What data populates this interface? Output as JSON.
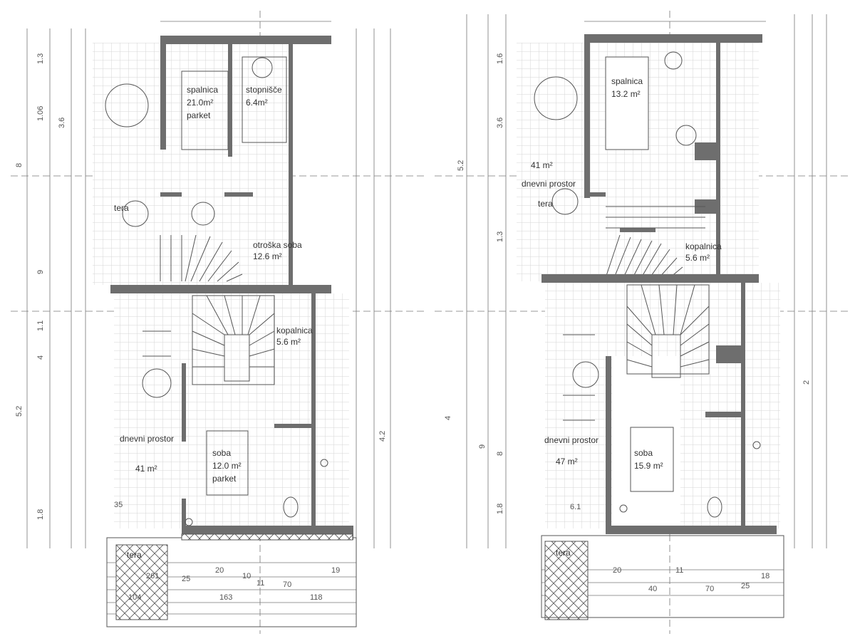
{
  "plans": [
    {
      "rooms": [
        {
          "name": "spalnica",
          "area": "21.0m²",
          "floor": "parket"
        },
        {
          "name": "stopnišče",
          "area": "6.4m²"
        },
        {
          "name": "tera",
          "area": ""
        },
        {
          "name": "otroška soba",
          "area": "12.6 m²"
        },
        {
          "name": "dnevni prostor",
          "area": "41 m²"
        },
        {
          "name": "kopalnica",
          "area": "5.6 m²"
        },
        {
          "name": "soba",
          "area": "12.0 m²",
          "floor": "parket"
        },
        {
          "name": "tera",
          "area": ""
        }
      ],
      "dimensions": [
        "1.3",
        "1.06",
        "3.6",
        "5.2",
        "4",
        "9",
        "8",
        "1.8",
        "1.1",
        "4.2",
        "163",
        "104",
        "261",
        "20",
        "25",
        "70",
        "35",
        "118",
        "10",
        "11",
        "19"
      ]
    },
    {
      "rooms": [
        {
          "name": "spalnica",
          "area": "13.2 m²"
        },
        {
          "name": "dnevni prostor",
          "area": "41 m²"
        },
        {
          "name": "tera",
          "area": ""
        },
        {
          "name": "kopalnica",
          "area": "5.6 m²"
        },
        {
          "name": "soba",
          "area": "15.9 m²"
        },
        {
          "name": "dnevni prostor",
          "area": "47 m²"
        },
        {
          "name": "tera",
          "area": ""
        }
      ],
      "dimensions": [
        "1.6",
        "3.6",
        "5.2",
        "8",
        "9",
        "1.8",
        "1.3",
        "2",
        "4",
        "40",
        "70",
        "25",
        "18",
        "6.1",
        "20",
        "11"
      ]
    }
  ]
}
